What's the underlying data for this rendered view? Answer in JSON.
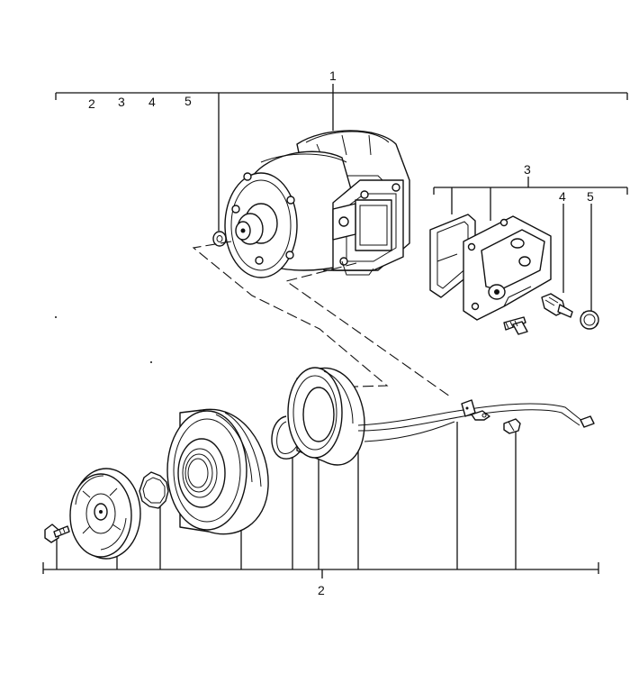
{
  "callouts": {
    "top_main": "1",
    "top_sub": [
      "2",
      "3",
      "4",
      "5"
    ],
    "right_group": "3",
    "right_sub": [
      "4",
      "5"
    ],
    "bottom_main": "2"
  },
  "parts": {
    "compressor": "compressor-assembly",
    "right_group": [
      "gasket",
      "connection-block",
      "valve",
      "cap",
      "bolt"
    ],
    "clutch_group": [
      "bolt",
      "pressure-plate",
      "shim",
      "pulley",
      "snap-ring",
      "field-coil",
      "wire-harness",
      "screw"
    ]
  }
}
